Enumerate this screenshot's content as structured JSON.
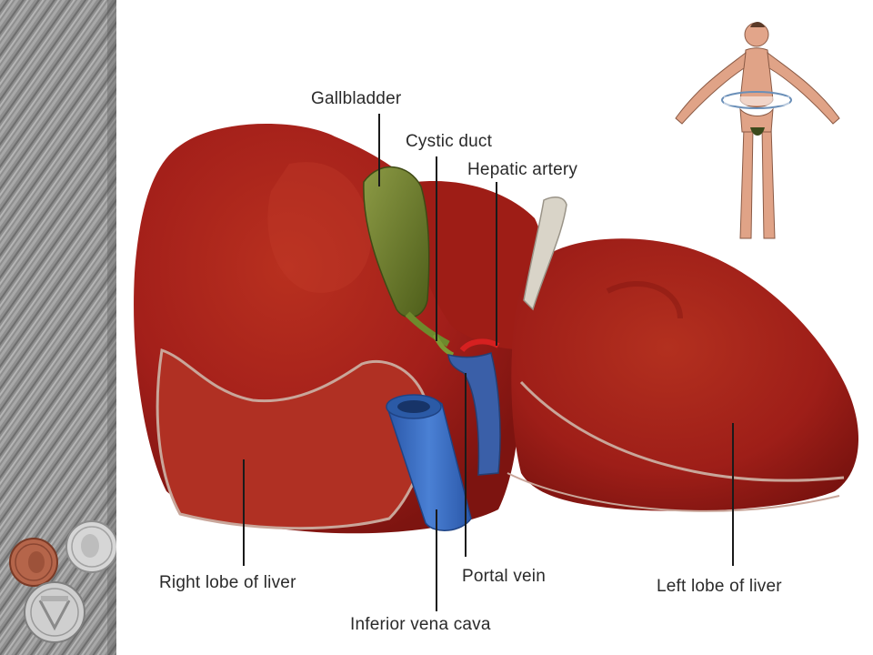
{
  "labels": {
    "gallbladder": "Gallbladder",
    "cystic_duct": "Cystic duct",
    "hepatic_artery": "Hepatic artery",
    "right_lobe": "Right lobe of liver",
    "portal_vein": "Portal vein",
    "left_lobe": "Left lobe of liver",
    "inferior_vena_cava": "Inferior vena cava"
  },
  "colors": {
    "liver": "#a31f1a",
    "liver_dark": "#7d1410",
    "gallbladder": "#6b7d2a",
    "vena_cava": "#3b6fc4",
    "hepatic_artery": "#d62020"
  }
}
